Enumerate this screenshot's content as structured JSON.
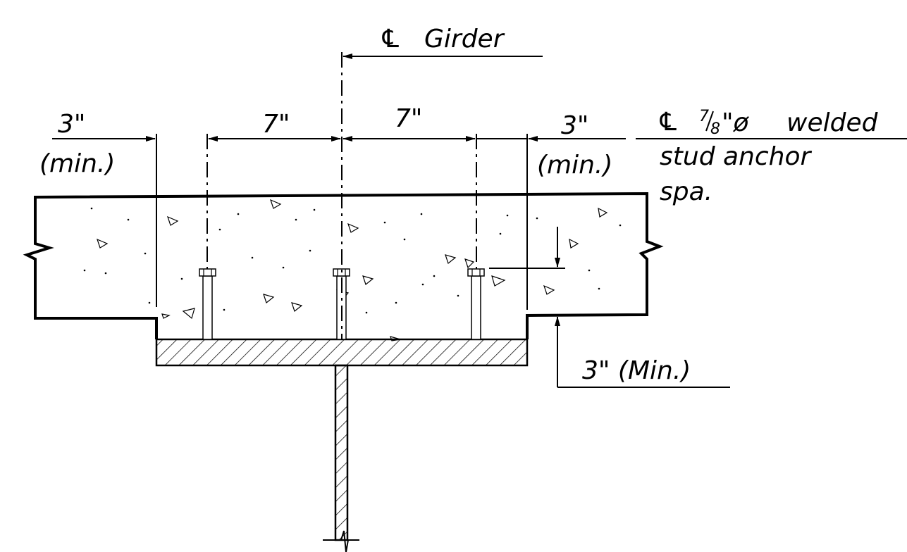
{
  "labels": {
    "girder_cl_symbol": "℄",
    "girder_cl_text": "Girder",
    "left_edge_dim": "3\"",
    "left_edge_min": "(min.)",
    "left_spacing": "7\"",
    "right_spacing": "7\"",
    "right_edge_dim": "3\"",
    "right_edge_min": "(min.)",
    "stud_cl_symbol": "℄",
    "stud_fraction_num": "7",
    "stud_fraction_den": "8",
    "stud_inch_dia": "\"ø",
    "stud_line1_rest": "welded",
    "stud_line2": "stud anchor",
    "stud_line3": "spa.",
    "haunch_dim": "3\" (Min.)"
  },
  "colors": {
    "line": "#000000",
    "background": "#ffffff"
  }
}
